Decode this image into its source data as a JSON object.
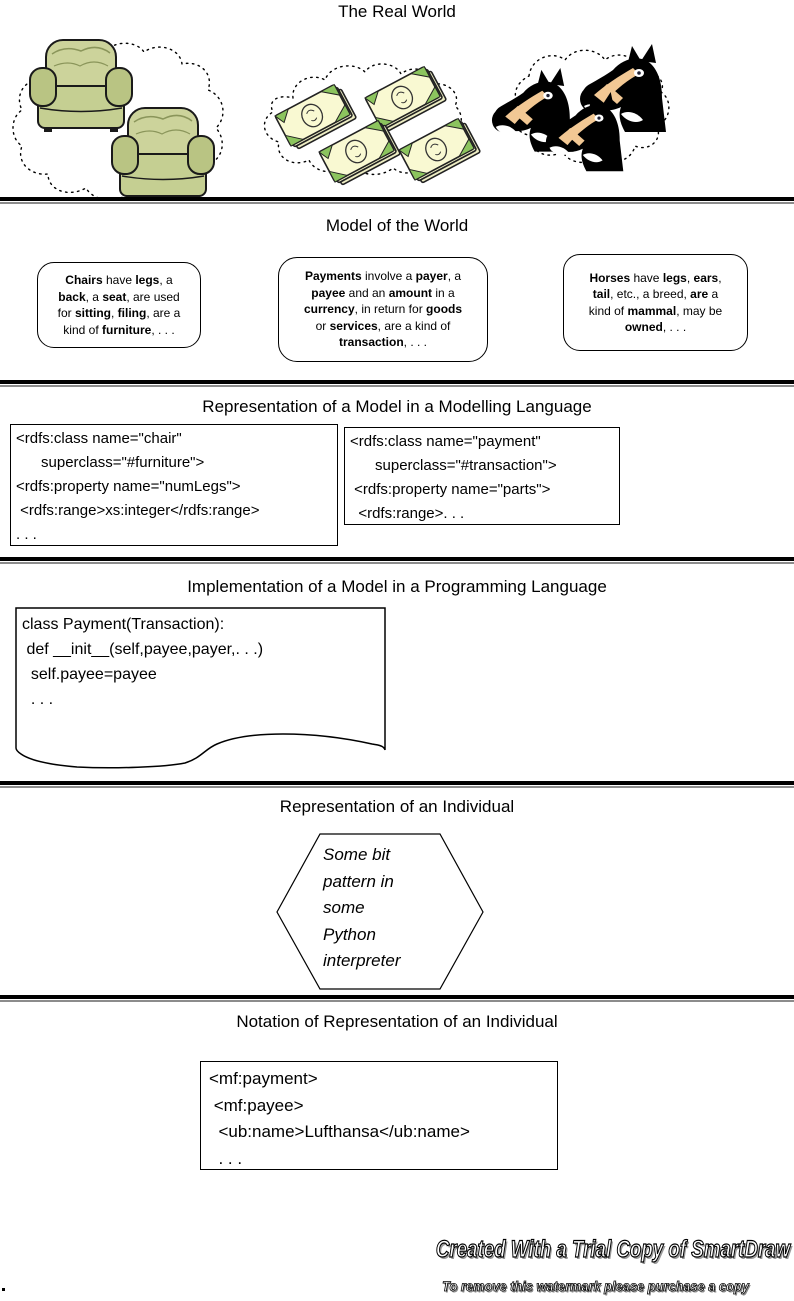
{
  "colors": {
    "background": "#ffffff",
    "line": "#000000",
    "chair_green": "#ccd39b",
    "bill_face": "#f9f9d2",
    "bill_green": "#8cc45e",
    "horse_black": "#000000",
    "horse_tan": "#f2c894"
  },
  "real_world": {
    "title": "The Real World",
    "clipart": [
      "armchairs",
      "banknotes",
      "horse-heads"
    ]
  },
  "model": {
    "title": "Model of the World",
    "boxes": [
      {
        "lines": [
          [
            [
              "Chairs",
              1
            ],
            [
              " have ",
              0
            ],
            [
              "legs",
              1
            ],
            [
              ", a",
              0
            ]
          ],
          [
            [
              "back",
              1
            ],
            [
              ", a ",
              0
            ],
            [
              "seat",
              1
            ],
            [
              ", are used",
              0
            ]
          ],
          [
            [
              "for ",
              0
            ],
            [
              "sitting",
              1
            ],
            [
              ", ",
              0
            ],
            [
              "filing",
              1
            ],
            [
              ", are a",
              0
            ]
          ],
          [
            [
              "kind of ",
              0
            ],
            [
              "furniture",
              1
            ],
            [
              ", . . .",
              0
            ]
          ]
        ]
      },
      {
        "lines": [
          [
            [
              "Payments",
              1
            ],
            [
              " involve a ",
              0
            ],
            [
              "payer",
              1
            ],
            [
              ", a",
              0
            ]
          ],
          [
            [
              "payee",
              1
            ],
            [
              " and an ",
              0
            ],
            [
              "amount",
              1
            ],
            [
              " in a",
              0
            ]
          ],
          [
            [
              "currency",
              1
            ],
            [
              ", in return for ",
              0
            ],
            [
              "goods",
              1
            ]
          ],
          [
            [
              "or ",
              0
            ],
            [
              "services",
              1
            ],
            [
              ", are a kind of",
              0
            ]
          ],
          [
            [
              "transaction",
              1
            ],
            [
              ", . . .",
              0
            ]
          ]
        ]
      },
      {
        "lines": [
          [
            [
              "Horses",
              1
            ],
            [
              " have ",
              0
            ],
            [
              "legs",
              1
            ],
            [
              ", ",
              0
            ],
            [
              "ears",
              1
            ],
            [
              ",",
              0
            ]
          ],
          [
            [
              "tail",
              1
            ],
            [
              ", etc., a breed, ",
              0
            ],
            [
              "are",
              1
            ],
            [
              " a",
              0
            ]
          ],
          [
            [
              "kind of ",
              0
            ],
            [
              "mammal",
              1
            ],
            [
              ", may be",
              0
            ]
          ],
          [
            [
              "owned",
              1
            ],
            [
              ", . . .",
              0
            ]
          ]
        ]
      }
    ]
  },
  "modelling": {
    "title": "Representation of a Model in a Modelling Language",
    "boxes": [
      {
        "lines": [
          "<rdfs:class name=\"chair\"",
          "      superclass=\"#furniture\">",
          "<rdfs:property name=\"numLegs\">",
          " <rdfs:range>xs:integer</rdfs:range>",
          ". . ."
        ]
      },
      {
        "lines": [
          "<rdfs:class name=\"payment\"",
          "      superclass=\"#transaction\">",
          " <rdfs:property name=\"parts\">",
          "  <rdfs:range>. . ."
        ]
      }
    ]
  },
  "implementation": {
    "title": "Implementation of a Model in a Programming Language",
    "code_lines": [
      "class Payment(Transaction):",
      " def __init__(self,payee,payer,. . .)",
      "  self.payee=payee",
      "  . . ."
    ]
  },
  "individual": {
    "title": "Representation of an Individual",
    "hexagon_lines": [
      "Some bit",
      "pattern in",
      "some",
      "Python",
      "interpreter"
    ]
  },
  "notation": {
    "title": "Notation of Representation of an Individual",
    "code_lines": [
      "<mf:payment>",
      " <mf:payee>",
      "  <ub:name>Lufthansa</ub:name>",
      "  . . ."
    ]
  },
  "watermark": {
    "line1": "Created With a Trial Copy of SmartDraw",
    "line2": "To remove this watermark please purchase a copy"
  }
}
